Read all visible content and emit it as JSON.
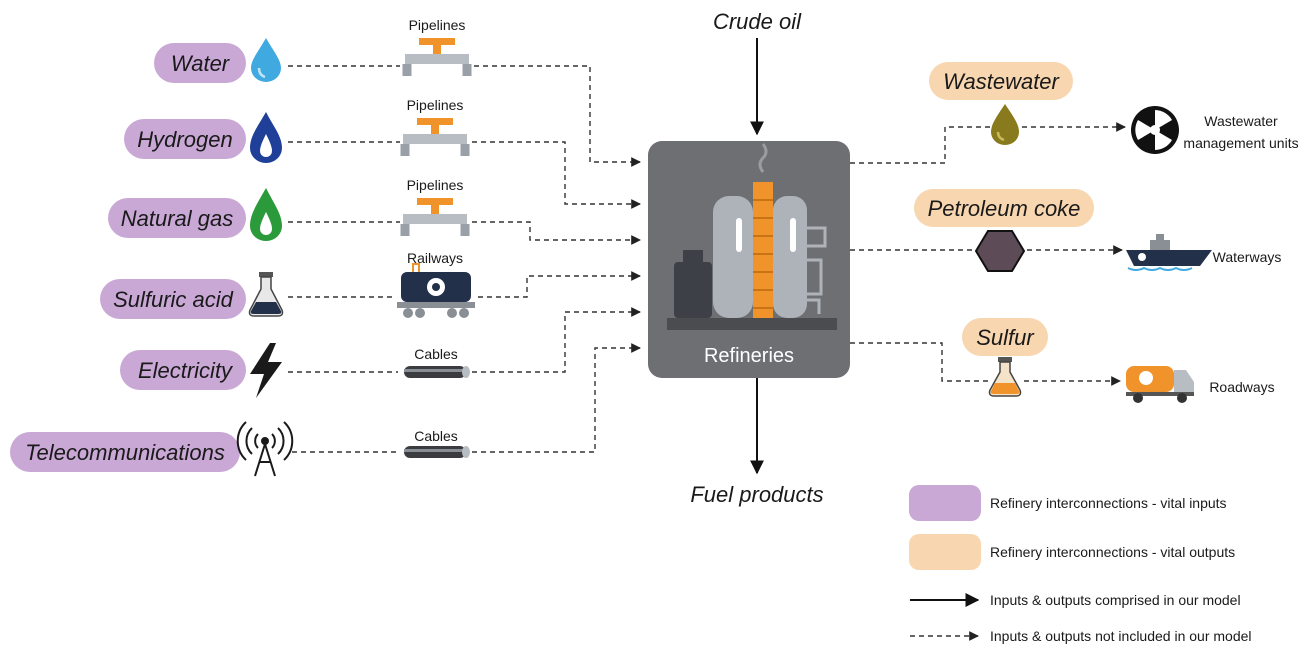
{
  "top_input": "Crude oil",
  "bottom_output": "Fuel products",
  "center_label": "Refineries",
  "inputs": [
    {
      "label": "Water",
      "carrier": "Pipelines",
      "icon": "water-drop-icon",
      "carrier_icon": "pipeline-icon"
    },
    {
      "label": "Hydrogen",
      "carrier": "Pipelines",
      "icon": "hydrogen-flame-icon",
      "carrier_icon": "pipeline-icon"
    },
    {
      "label": "Natural gas",
      "carrier": "Pipelines",
      "icon": "gas-flame-icon",
      "carrier_icon": "pipeline-icon"
    },
    {
      "label": "Sulfuric acid",
      "carrier": "Railways",
      "icon": "flask-icon",
      "carrier_icon": "rail-tank-car-icon"
    },
    {
      "label": "Electricity",
      "carrier": "Cables",
      "icon": "lightning-bolt-icon",
      "carrier_icon": "cable-icon"
    },
    {
      "label": "Telecommunications",
      "carrier": "Cables",
      "icon": "antenna-tower-icon",
      "carrier_icon": "cable-icon"
    }
  ],
  "outputs": [
    {
      "label": "Wastewater",
      "destination": "Wastewater management units",
      "destination_lines": [
        "Wastewater",
        "management units"
      ],
      "icon": "oil-drop-icon",
      "dest_icon": "treatment-unit-icon"
    },
    {
      "label": "Petroleum coke",
      "destination": "Waterways",
      "destination_lines": [
        "Waterways"
      ],
      "icon": "coke-hexagon-icon",
      "dest_icon": "ship-icon"
    },
    {
      "label": "Sulfur",
      "destination": "Roadways",
      "destination_lines": [
        "Roadways"
      ],
      "icon": "flask-icon",
      "dest_icon": "tanker-truck-icon"
    }
  ],
  "legend": [
    {
      "kind": "purple-swatch",
      "text": "Refinery interconnections - vital inputs"
    },
    {
      "kind": "orange-swatch",
      "text": "Refinery interconnections - vital outputs"
    },
    {
      "kind": "solid-arrow",
      "text": "Inputs & outputs comprised in our model"
    },
    {
      "kind": "dashed-arrow",
      "text": "Inputs & outputs not included in our model"
    }
  ],
  "colors": {
    "input_pill": "#c9a8d6",
    "output_pill": "#f8d6b0",
    "refinery_box": "#6d6f73",
    "column_orange": "#f0932b",
    "water": "#3fa9e0",
    "hydrogen": "#1f3f99",
    "natural_gas": "#2a9a3a"
  }
}
